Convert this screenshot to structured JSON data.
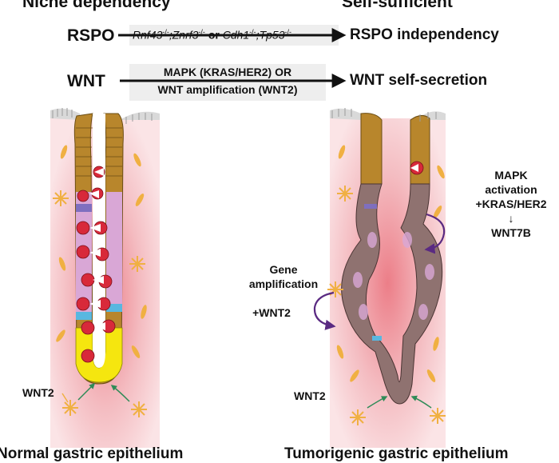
{
  "headers": {
    "left": "Niche dependency",
    "right": "Self-sufficient"
  },
  "rows": [
    {
      "label": "RSPO",
      "mutation_parts": [
        {
          "text": "Rnf43",
          "style": "i"
        },
        {
          "text": "-/-",
          "style": "sup"
        },
        {
          "text": ";Znrf3",
          "style": "i"
        },
        {
          "text": "-/-",
          "style": "sup"
        },
        {
          "text": " or ",
          "style": "b"
        },
        {
          "text": "Cdh1",
          "style": "i"
        },
        {
          "text": "-/-",
          "style": "sup"
        },
        {
          "text": ";Tp53",
          "style": "i"
        },
        {
          "text": "-/-",
          "style": "sup"
        }
      ],
      "result": "RSPO independency"
    },
    {
      "label": "WNT",
      "mutation_line1": "MAPK (KRAS/HER2) OR",
      "mutation_line2": "WNT amplification (WNT2)",
      "result": "WNT self-secretion"
    }
  ],
  "left_panel": {
    "wnt2_label": "WNT2",
    "caption": "Normal gastric epithelium"
  },
  "right_panel": {
    "mapk_line1": "MAPK",
    "mapk_line2": "activation",
    "mapk_line3": "+KRAS/HER2",
    "mapk_arrow": "↓",
    "mapk_target": "WNT7B",
    "gene_line1": "Gene",
    "gene_line2": "amplification",
    "gene_target": "+WNT2",
    "wnt2_label": "WNT2",
    "caption": "Tumorigenic gastric epithelium"
  },
  "colors": {
    "stroma_pink": "#f2b9bf",
    "stroma_core": "#ee8a93",
    "pit_cells": "#b8862c",
    "stem_red": "#d8293a",
    "base_yellow": "#f5e60f",
    "tumor_cells": "#8f7270",
    "purple_arrow": "#5a2a82",
    "fibroblast": "#f0b042",
    "green_arrow": "#2e8b57"
  }
}
